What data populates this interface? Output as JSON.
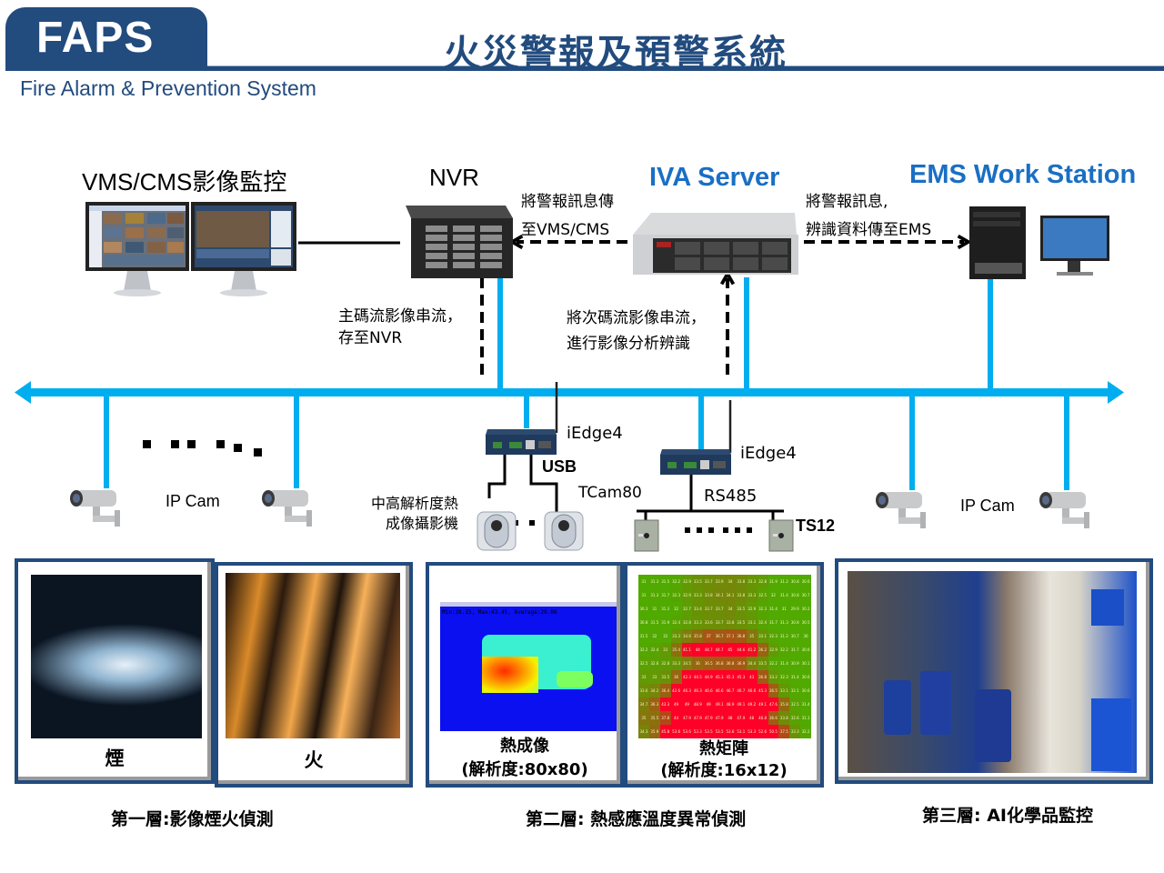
{
  "header": {
    "logo": "FAPS",
    "title": "火災警報及預警系統",
    "subtitle": "Fire Alarm & Prevention System"
  },
  "top": {
    "vms_label": "VMS/CMS影像監控",
    "nvr_label": "NVR",
    "iva_label": "IVA Server",
    "ems_label": "EMS Work Station",
    "alarm_to_vms": [
      "將警報訊息傳",
      "至VMS/CMS"
    ],
    "alarm_to_ems": [
      "將警報訊息,",
      "辨識資料傳至EMS"
    ],
    "main_stream": [
      "主碼流影像串流，",
      "存至NVR"
    ],
    "sub_stream": [
      "將次碼流影像串流，",
      "進行影像分析辨識"
    ]
  },
  "devices": {
    "ip_cam_left": "IP Cam",
    "ip_cam_right": "IP Cam",
    "iedge_1": "iEdge4",
    "iedge_2": "iEdge4",
    "usb": "USB",
    "tcam": "TCam80",
    "rs485": "RS485",
    "ts12": "TS12",
    "thermal_cam_desc": [
      "中高解析度熱",
      "成像攝影機"
    ]
  },
  "panels": {
    "smoke": "煙",
    "fire": "火",
    "thermal_image": [
      "熱成像",
      "(解析度:80x80)"
    ],
    "thermal_image_stats": "Min:28.15, Max:43.45, Average:29.08",
    "thermal_matrix": [
      "熱矩陣",
      "(解析度:16x12)"
    ]
  },
  "thermal_matrix_values": [
    [
      31,
      31.3,
      31.5,
      32.2,
      32.9,
      33.5,
      33.7,
      33.9,
      34,
      33.8,
      33.3,
      32.8,
      31.9,
      31.2,
      30.8,
      30.6
    ],
    [
      31,
      31.3,
      31.7,
      32.3,
      32.9,
      33.3,
      33.8,
      34.1,
      34.1,
      33.8,
      33.3,
      32.5,
      32,
      31.4,
      30.8,
      30.7
    ],
    [
      30.3,
      31,
      31.3,
      32,
      32.7,
      33.4,
      33.7,
      33.7,
      34,
      33.5,
      32.9,
      32.3,
      31.4,
      31,
      29.9,
      30.2
    ],
    [
      30.8,
      31.5,
      31.9,
      32.4,
      32.8,
      33.3,
      33.6,
      33.7,
      33.8,
      33.5,
      33.1,
      32.4,
      31.7,
      31.3,
      30.8,
      30.5
    ],
    [
      31.5,
      32,
      32,
      33.3,
      34.6,
      35.8,
      37,
      36.7,
      37.1,
      36.8,
      35,
      33.1,
      32.3,
      31.2,
      30.7,
      30
    ],
    [
      32.2,
      32.4,
      33,
      35.4,
      41.1,
      44,
      44.7,
      44.7,
      45,
      44.6,
      41.2,
      36.2,
      32.9,
      32.2,
      31.7,
      30.6
    ],
    [
      32.5,
      32.6,
      32.8,
      33.3,
      34.5,
      36,
      36.5,
      36.8,
      36.8,
      36.9,
      34.4,
      33.5,
      32.2,
      31.4,
      30.9,
      30.1
    ],
    [
      33,
      33,
      33.5,
      36,
      42.3,
      44.5,
      44.9,
      45.3,
      45.3,
      45.3,
      43,
      36.8,
      33.2,
      32.3,
      31.4,
      30.6
    ],
    [
      33.6,
      34.2,
      36.4,
      42.6,
      46.3,
      46.3,
      46.6,
      46.6,
      46.7,
      46.7,
      46.6,
      45.3,
      36.5,
      33.1,
      32.1,
      30.6
    ],
    [
      34.7,
      36.3,
      43.3,
      49,
      49,
      48.9,
      49,
      49.1,
      48.9,
      49.1,
      49.2,
      49.1,
      47.6,
      35.8,
      32.5,
      31.4
    ],
    [
      35,
      35.5,
      37.8,
      44,
      47.9,
      47.9,
      47.9,
      47.9,
      48,
      47.9,
      48,
      46.8,
      36.6,
      33.8,
      32.6,
      31.1
    ],
    [
      34.3,
      35.9,
      45.8,
      53.6,
      53.6,
      53.3,
      53.5,
      53.5,
      53.6,
      53.1,
      53.3,
      52.6,
      50.5,
      37.5,
      33.3,
      32.2
    ]
  ],
  "layers": {
    "layer1": "第一層:影像煙火偵測",
    "layer2": "第二層: 熱感應溫度異常偵測",
    "layer3": "第三層: AI化學品監控"
  },
  "colors": {
    "brand": "#224b7e",
    "network": "#00aeef",
    "accent_text": "#1a6fc4"
  }
}
